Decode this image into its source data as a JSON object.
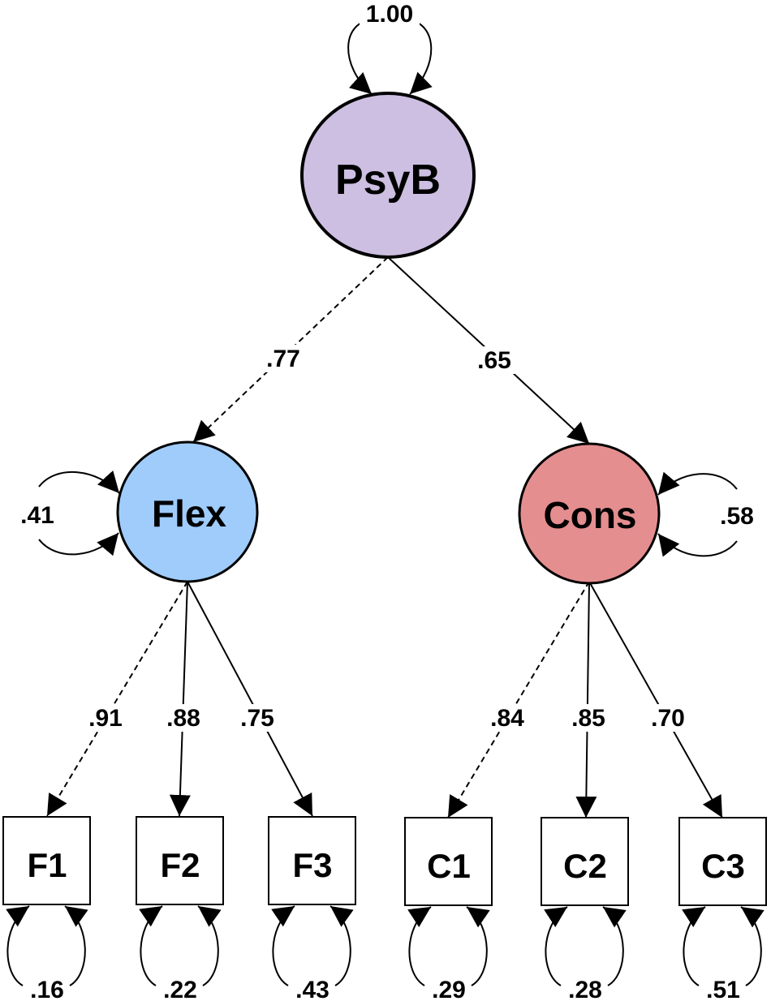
{
  "nodes": {
    "psyb": {
      "label": "PsyB",
      "color": "#cdbfe2"
    },
    "flex": {
      "label": "Flex",
      "color": "#9fccfb"
    },
    "cons": {
      "label": "Cons",
      "color": "#e48e90"
    },
    "f1": {
      "label": "F1"
    },
    "f2": {
      "label": "F2"
    },
    "f3": {
      "label": "F3"
    },
    "c1": {
      "label": "C1"
    },
    "c2": {
      "label": "C2"
    },
    "c3": {
      "label": "C3"
    }
  },
  "paths": {
    "psyb_flex": ".77",
    "psyb_cons": ".65",
    "flex_f1": ".91",
    "flex_f2": ".88",
    "flex_f3": ".75",
    "cons_c1": ".84",
    "cons_c2": ".85",
    "cons_c3": ".70"
  },
  "variances": {
    "psyb": "1.00",
    "flex": ".41",
    "cons": ".58",
    "f1": ".16",
    "f2": ".22",
    "f3": ".43",
    "c1": ".29",
    "c2": ".28",
    "c3": ".51"
  }
}
